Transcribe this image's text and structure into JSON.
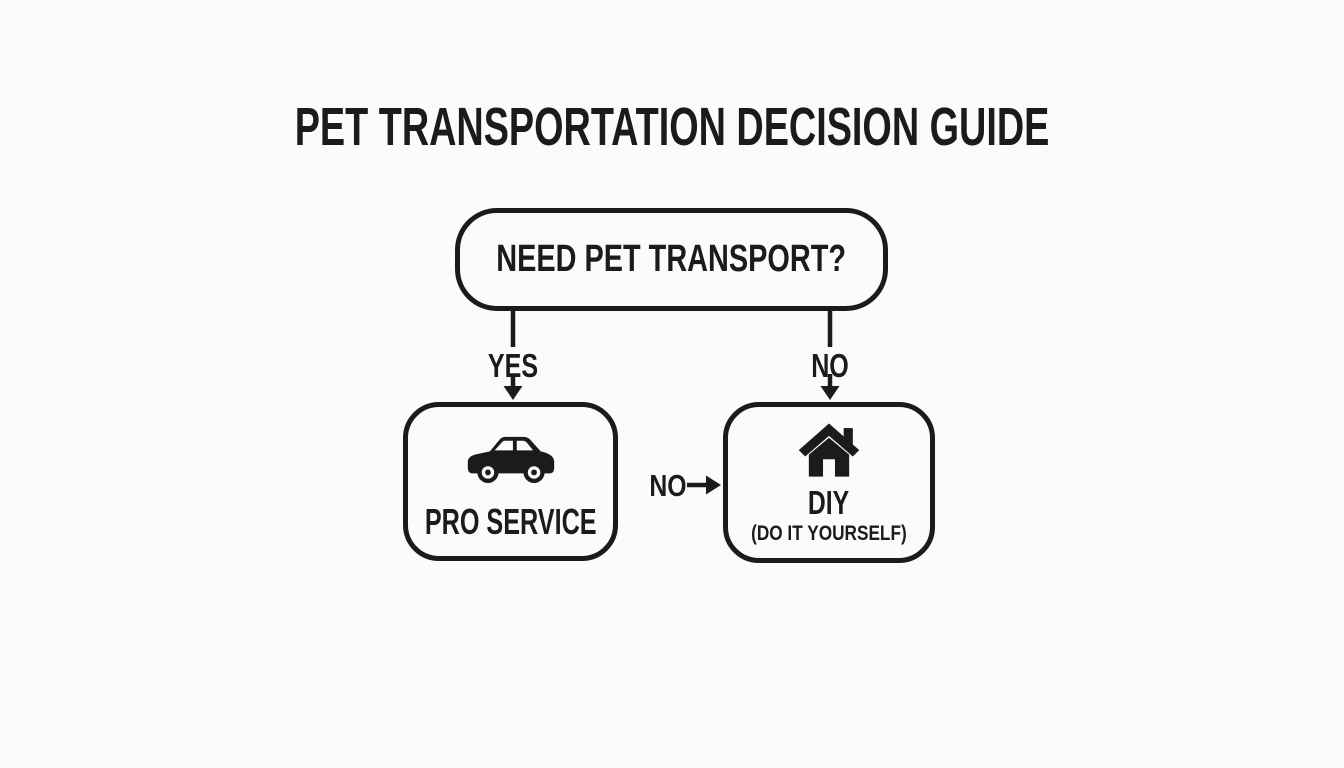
{
  "page": {
    "background_color": "#fbfbfa",
    "ink_color": "#1b1b1b"
  },
  "diagram": {
    "title": "PET TRANSPORTATION DECISION GUIDE",
    "root_node": {
      "label": "NEED PET TRANSPORT?"
    },
    "edges": {
      "yes_label": "YES",
      "no_label": "NO",
      "side_no_label": "NO"
    },
    "nodes": {
      "pro_service": {
        "label": "PRO SERVICE",
        "icon": "car-icon"
      },
      "diy": {
        "label": "DIY",
        "sublabel": "(DO IT YOURSELF)",
        "icon": "house-icon"
      }
    }
  }
}
